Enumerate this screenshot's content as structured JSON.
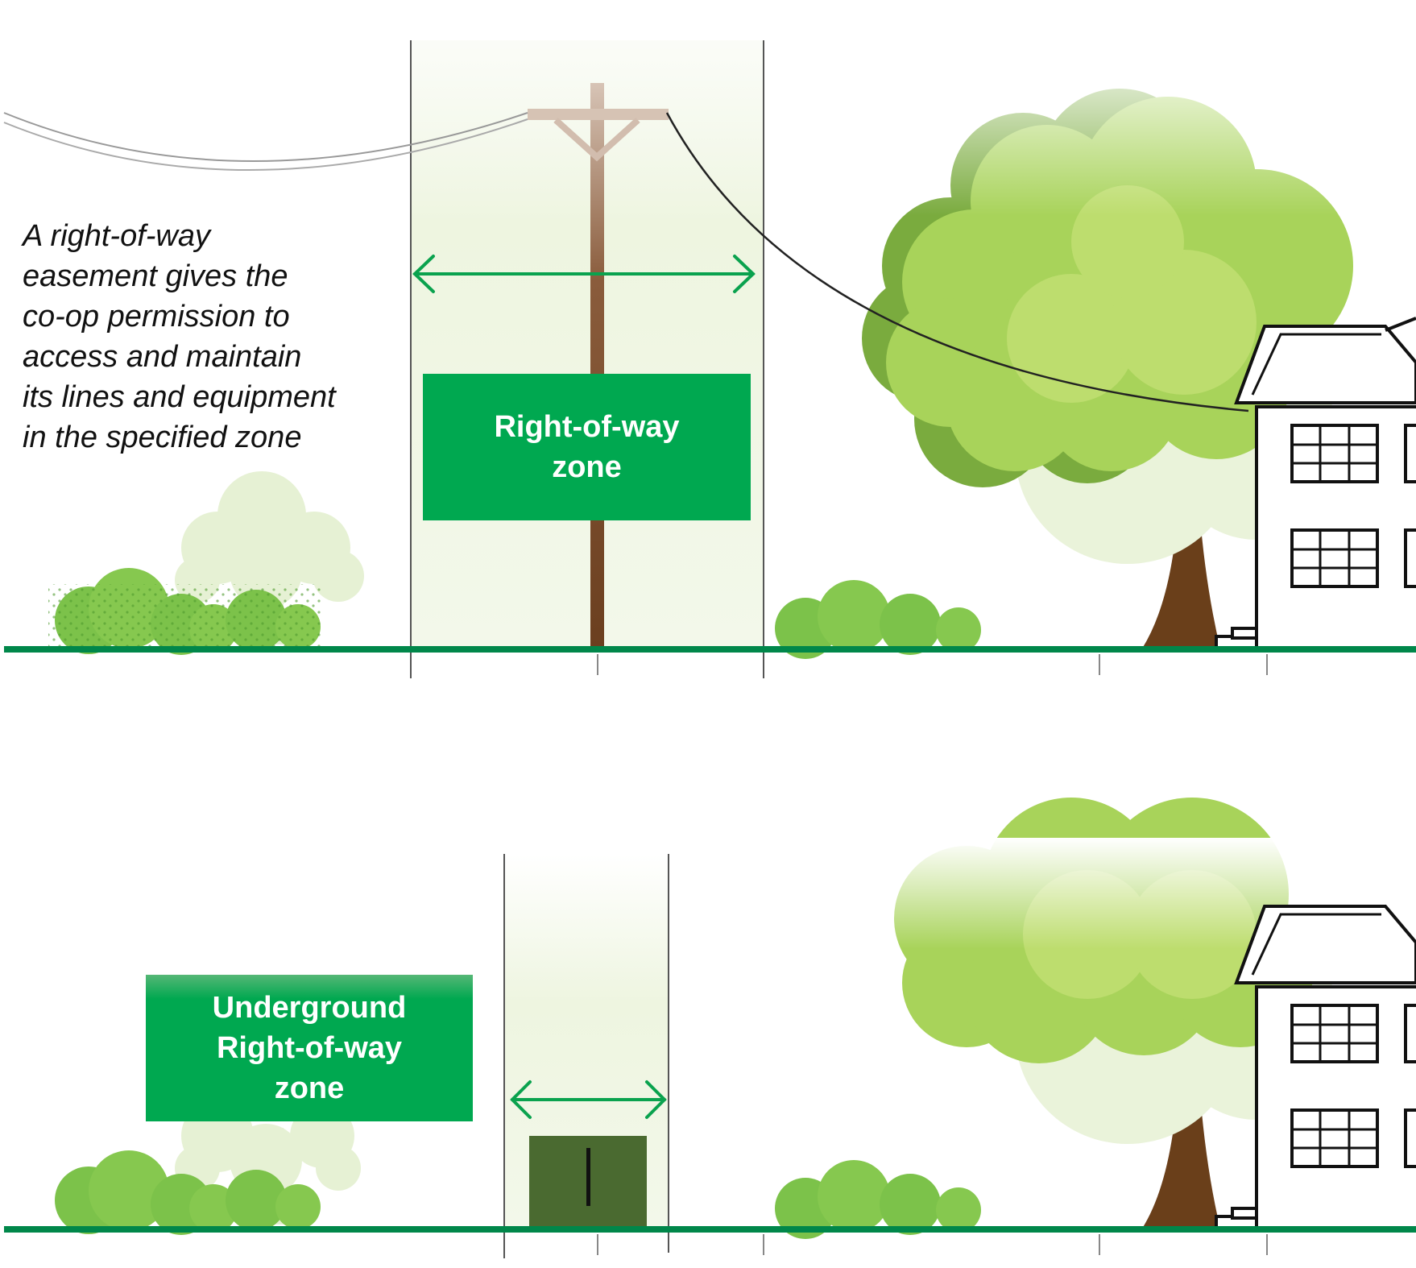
{
  "caption": {
    "line1": "A right-of-way",
    "line2": "easement gives the",
    "line3": "co-op permission to",
    "line4": "access and maintain",
    "line5": "its lines and equipment",
    "line6": "in the specified zone"
  },
  "overhead_zone": {
    "label_line1": "Right-of-way",
    "label_line2": "zone"
  },
  "underground_zone": {
    "label_line1": "Underground",
    "label_line2": "Right-of-way",
    "label_line3": "zone"
  },
  "colors": {
    "zone_label_bg": "#00a850",
    "ground_line": "#00874a",
    "arrow": "#0aa24e",
    "zone_tint": "#eef5e0",
    "pole": "#6b3f1f",
    "trunk": "#6a3f1a",
    "bush": "#7cc24a",
    "tree_foliage": "#9ccf4f",
    "transformer": "#4a6a30"
  }
}
